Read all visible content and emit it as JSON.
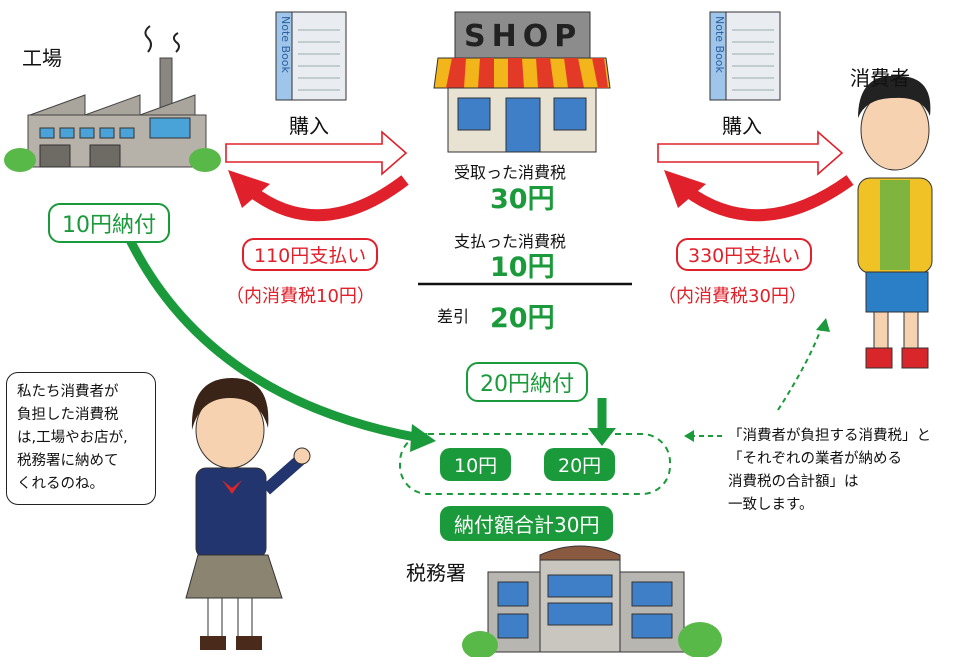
{
  "factory": {
    "label": "工場",
    "payment": "10円納付"
  },
  "shop": {
    "sign": "SHOP"
  },
  "notebook": {
    "label": "Note Book"
  },
  "consumer": {
    "label": "消費者"
  },
  "flows": {
    "buy_left": "購入",
    "buy_right": "購入",
    "pay_left": "110円支払い",
    "pay_left_tax": "（内消費税10円）",
    "pay_right": "330円支払い",
    "pay_right_tax": "（内消費税30円）"
  },
  "calc": {
    "received_label": "受取った消費税",
    "received_value": "30円",
    "paid_label": "支払った消費税",
    "paid_value": "10円",
    "diff_label": "差引",
    "diff_value": "20円"
  },
  "shop_payment": "20円納付",
  "tax_office": {
    "label": "税務署",
    "chip1": "10円",
    "chip2": "20円",
    "total": "納付額合計30円"
  },
  "speech_bubble": [
    "私たち消費者が",
    "負担した消費税",
    "は,工場やお店が,",
    "税務署に納めて",
    "くれるのね。"
  ],
  "note": [
    "「消費者が負担する消費税」と",
    "「それぞれの業者が納める",
    "消費税の合計額」は",
    "一致します。"
  ],
  "colors": {
    "green": "#1a9a3a",
    "red": "#e0202a"
  }
}
